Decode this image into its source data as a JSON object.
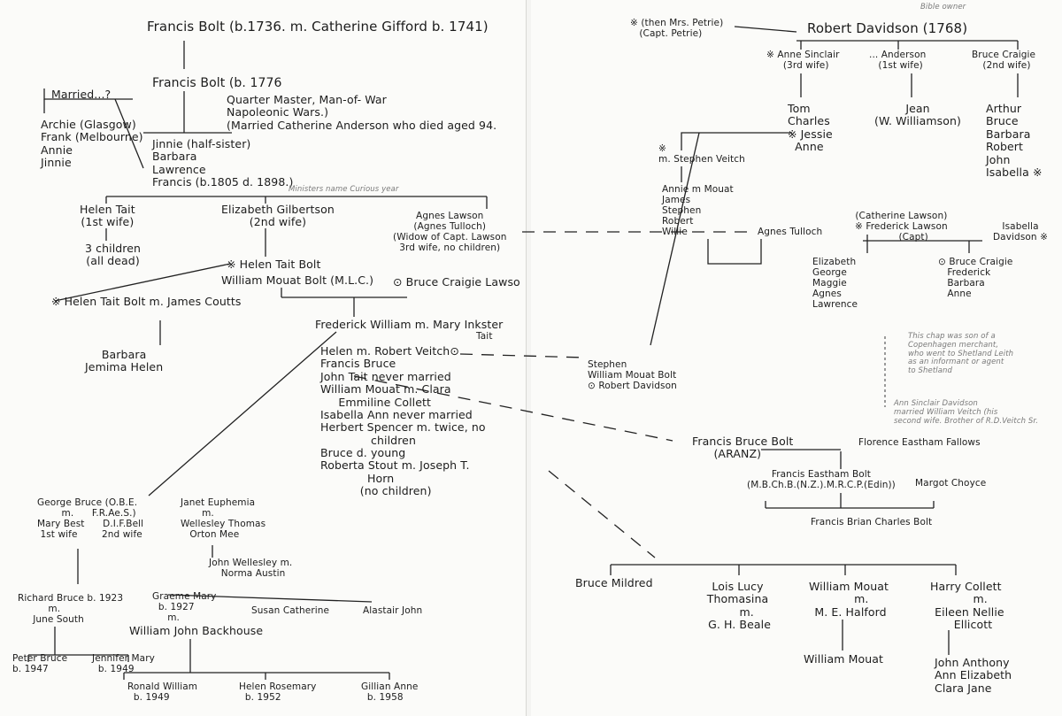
{
  "left": {
    "root": "Francis Bolt (b.1736. m. Catherine Gifford b. 1741)",
    "fb1776_name": "Francis Bolt (b. 1776",
    "fb1776_details": "Quarter Master, Man-of- War\nNapoleonic Wars.)\n(Married Catherine Anderson who died aged 94.",
    "married_q": "Married...?",
    "married_kids": "Archie (Glasgow)\nFrank (Melbourne)\nAnnie\nJinnie",
    "siblings": "Jinnie (half-sister)\nBarbara\nLawrence\nFrancis (b.1805 d. 1898.)",
    "ministers_note": "Ministers name Curious year",
    "helen_tait": "Helen Tait\n(1st wife)",
    "three_children": "3 children\n(all dead)",
    "elizabeth_g": "Elizabeth Gilbertson\n(2nd wife)",
    "agnes_lawson": "Agnes Lawson\n(Agnes Tulloch)\n(Widow of Capt. Lawson\n3rd wife, no children)",
    "helen_tait_bolt": "※ Helen Tait Bolt",
    "william_mouat_bolt": "William Mouat Bolt (M.L.C.)",
    "bruce_craigie_lawson": "⊙ Bruce Craigie Lawso",
    "htb_coutts": "※ Helen Tait Bolt m. James Coutts",
    "coutts_kids": "Barbara\nJemima Helen",
    "frederick_william": "Frederick William m. Mary Inkster",
    "tait": "Tait",
    "fw_children": "Helen m. Robert Veitch⊙\nFrancis Bruce\nJohn Tait never married\nWilliam Mouat m. Clara\n     Emmiline Collett\nIsabella Ann never married\nHerbert Spencer m. twice, no\n              children\nBruce d. young\nRoberta Stout m. Joseph T.\n             Horn\n           (no children)",
    "george_bruce": "George Bruce (O.B.E.\n        m.      F.R.Ae.S.)\nMary Best      D.I.F.Bell\n 1st wife        2nd wife",
    "janet": "Janet Euphemia\n       m.\nWellesley Thomas\n   Orton Mee",
    "john_wellesley": "John Wellesley m.\n    Norma Austin",
    "susan": "Susan Catherine",
    "alastair": "Alastair John",
    "richard": "Richard Bruce b. 1923\n          m.\n     June South",
    "graeme": "Graeme Mary\n  b. 1927\n     m.",
    "william_backhouse": "William John Backhouse",
    "peter": "Peter Bruce\nb. 1947",
    "jennifer": "Jennifer Mary\n  b. 1949",
    "ronald": "Ronald William\n  b. 1949",
    "helen_r": "Helen Rosemary\n  b. 1952",
    "gillian": "Gillian Anne\n  b. 1958"
  },
  "right": {
    "bible_owner": "Bible owner",
    "then_mrs_petrie": "※ (then Mrs. Petrie)\n   (Capt. Petrie)",
    "robert_davidson": "Robert Davidson (1768)",
    "anne_sinclair": "※ Anne Sinclair\n  (3rd wife)",
    "anderson": "... Anderson\n  (1st wife)",
    "bruce_craigie_2": "Bruce Craigie\n  (2nd wife)",
    "tom_charles": "Tom\nCharles\n※ Jessie\n  Anne",
    "jean": "Jean\n(W. Williamson)",
    "arthur_list": "Arthur\nBruce\nBarbara\nRobert\nJohn\nIsabella ※",
    "stephen_veitch": "※\nm. Stephen Veitch",
    "annie_list": "Annie m Mouat\nJames\nStephen\nRobert\nWillie",
    "agnes_tulloch": "Agnes Tulloch",
    "catherine_lawson": "(Catherine Lawson)\n※ Frederick Lawson\n        (Capt)",
    "isabella_davidson": "Isabella\nDavidson ※",
    "elizabeth_list": "Elizabeth\nGeorge\nMaggie\nAgnes\nLawrence",
    "bruce_craigie_3": "⊙ Bruce Craigie\n   Frederick\n   Barbara\n   Anne",
    "stephen_list": "Stephen\nWilliam Mouat Bolt\n⊙ Robert Davidson",
    "chap_note": "This chap was son of a\nCopenhagen merchant,\nwho went to Shetland Leith\nas an informant or agent\nto Shetland",
    "ann_sinclair_note": "Ann Sinclair Davidson\nmarried William Veitch (his\nsecond wife. Brother of R.D.Veitch Sr.",
    "francis_bruce_bolt": "Francis Bruce Bolt\n      (ARANZ)",
    "florence": "Florence Eastham Fallows",
    "francis_eastham": "Francis Eastham Bolt\n(M.B.Ch.B.(N.Z.).M.R.C.P.(Edin))",
    "margot": "Margot Choyce",
    "francis_brian": "Francis Brian Charles Bolt",
    "bruce_mildred": "Bruce Mildred",
    "lois": "Lois Lucy\nThomasina\n     m.\n G. H. Beale",
    "william_mouat_m": "William Mouat\n       m.\n M. E. Halford",
    "william_mouat_child": "William Mouat",
    "harry": "Harry Collett\n        m.\n  Eileen Nellie\n    Ellicott",
    "harry_kids": "John Anthony\nAnn Elizabeth\nClara Jane"
  }
}
